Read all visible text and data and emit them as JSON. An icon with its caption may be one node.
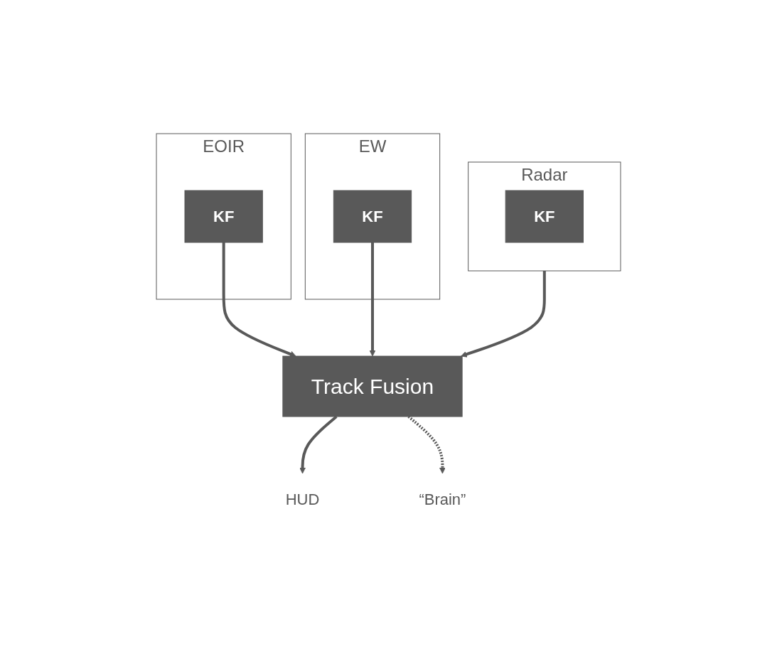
{
  "diagram": {
    "nodes": [
      {
        "text": [
          "EOIR"
        ]
      },
      {
        "text": [
          "KF"
        ],
        "in": 0
      },
      {
        "text": [
          "EW"
        ]
      },
      {
        "text": [
          "KF"
        ],
        "in": 2
      },
      {
        "text": [
          "Radar"
        ]
      },
      {
        "text": [
          "KF"
        ],
        "in": 4
      },
      {
        "text": [
          "Track Fusion"
        ]
      },
      {
        "text": [
          "HUD"
        ]
      },
      {
        "text": [
          "“Brain”"
        ]
      }
    ],
    "edges": [
      {
        "from": 1,
        "to": 6,
        "arrow": "to"
      },
      {
        "from": 3,
        "to": 6,
        "arrow": "to"
      },
      {
        "from": 4,
        "to": 6,
        "arrow": "to"
      },
      {
        "from": 6,
        "to": 7,
        "arrow": "to"
      },
      {
        "from": 6,
        "to": 8,
        "arrow": "to",
        "style": "dashed"
      }
    ]
  }
}
